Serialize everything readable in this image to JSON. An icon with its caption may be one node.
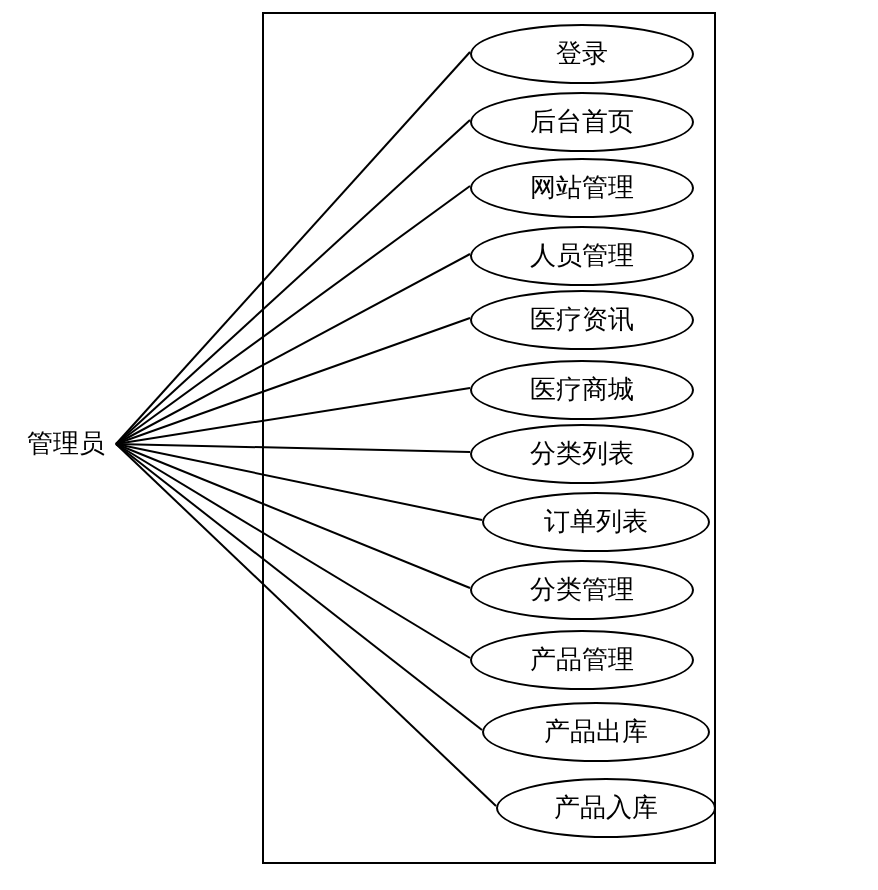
{
  "diagram": {
    "nodes": [
      {
        "text": [],
        "shape": "box"
      },
      {
        "text": [
          "管理员"
        ]
      },
      {
        "text": [
          "登录"
        ],
        "in": 0
      },
      {
        "text": [
          "后台首页"
        ],
        "in": 0
      },
      {
        "text": [
          "网站管理"
        ],
        "in": 0
      },
      {
        "text": [
          "人员管理"
        ],
        "in": 0
      },
      {
        "text": [
          "医疗资讯"
        ],
        "in": 0
      },
      {
        "text": [
          "医疗商城"
        ],
        "in": 0
      },
      {
        "text": [
          "分类列表"
        ],
        "in": 0
      },
      {
        "text": [
          "订单列表"
        ],
        "in": 0
      },
      {
        "text": [
          "分类管理"
        ],
        "in": 0
      },
      {
        "text": [
          "产品管理"
        ],
        "in": 0
      },
      {
        "text": [
          "产品出库"
        ],
        "in": 0
      },
      {
        "text": [
          "产品入库"
        ],
        "in": 0
      }
    ],
    "edges": [
      {
        "from": 1,
        "to": 2,
        "arrow": "none"
      },
      {
        "from": 1,
        "to": 3,
        "arrow": "none"
      },
      {
        "from": 1,
        "to": 4,
        "arrow": "none"
      },
      {
        "from": 1,
        "to": 5,
        "arrow": "none"
      },
      {
        "from": 1,
        "to": 6,
        "arrow": "none"
      },
      {
        "from": 1,
        "to": 7,
        "arrow": "none"
      },
      {
        "from": 1,
        "to": 8,
        "arrow": "none"
      },
      {
        "from": 1,
        "to": 9,
        "arrow": "none"
      },
      {
        "from": 1,
        "to": 10,
        "arrow": "none"
      },
      {
        "from": 1,
        "to": 11,
        "arrow": "none"
      },
      {
        "from": 1,
        "to": 12,
        "arrow": "none"
      },
      {
        "from": 1,
        "to": 13,
        "arrow": "none"
      }
    ]
  }
}
